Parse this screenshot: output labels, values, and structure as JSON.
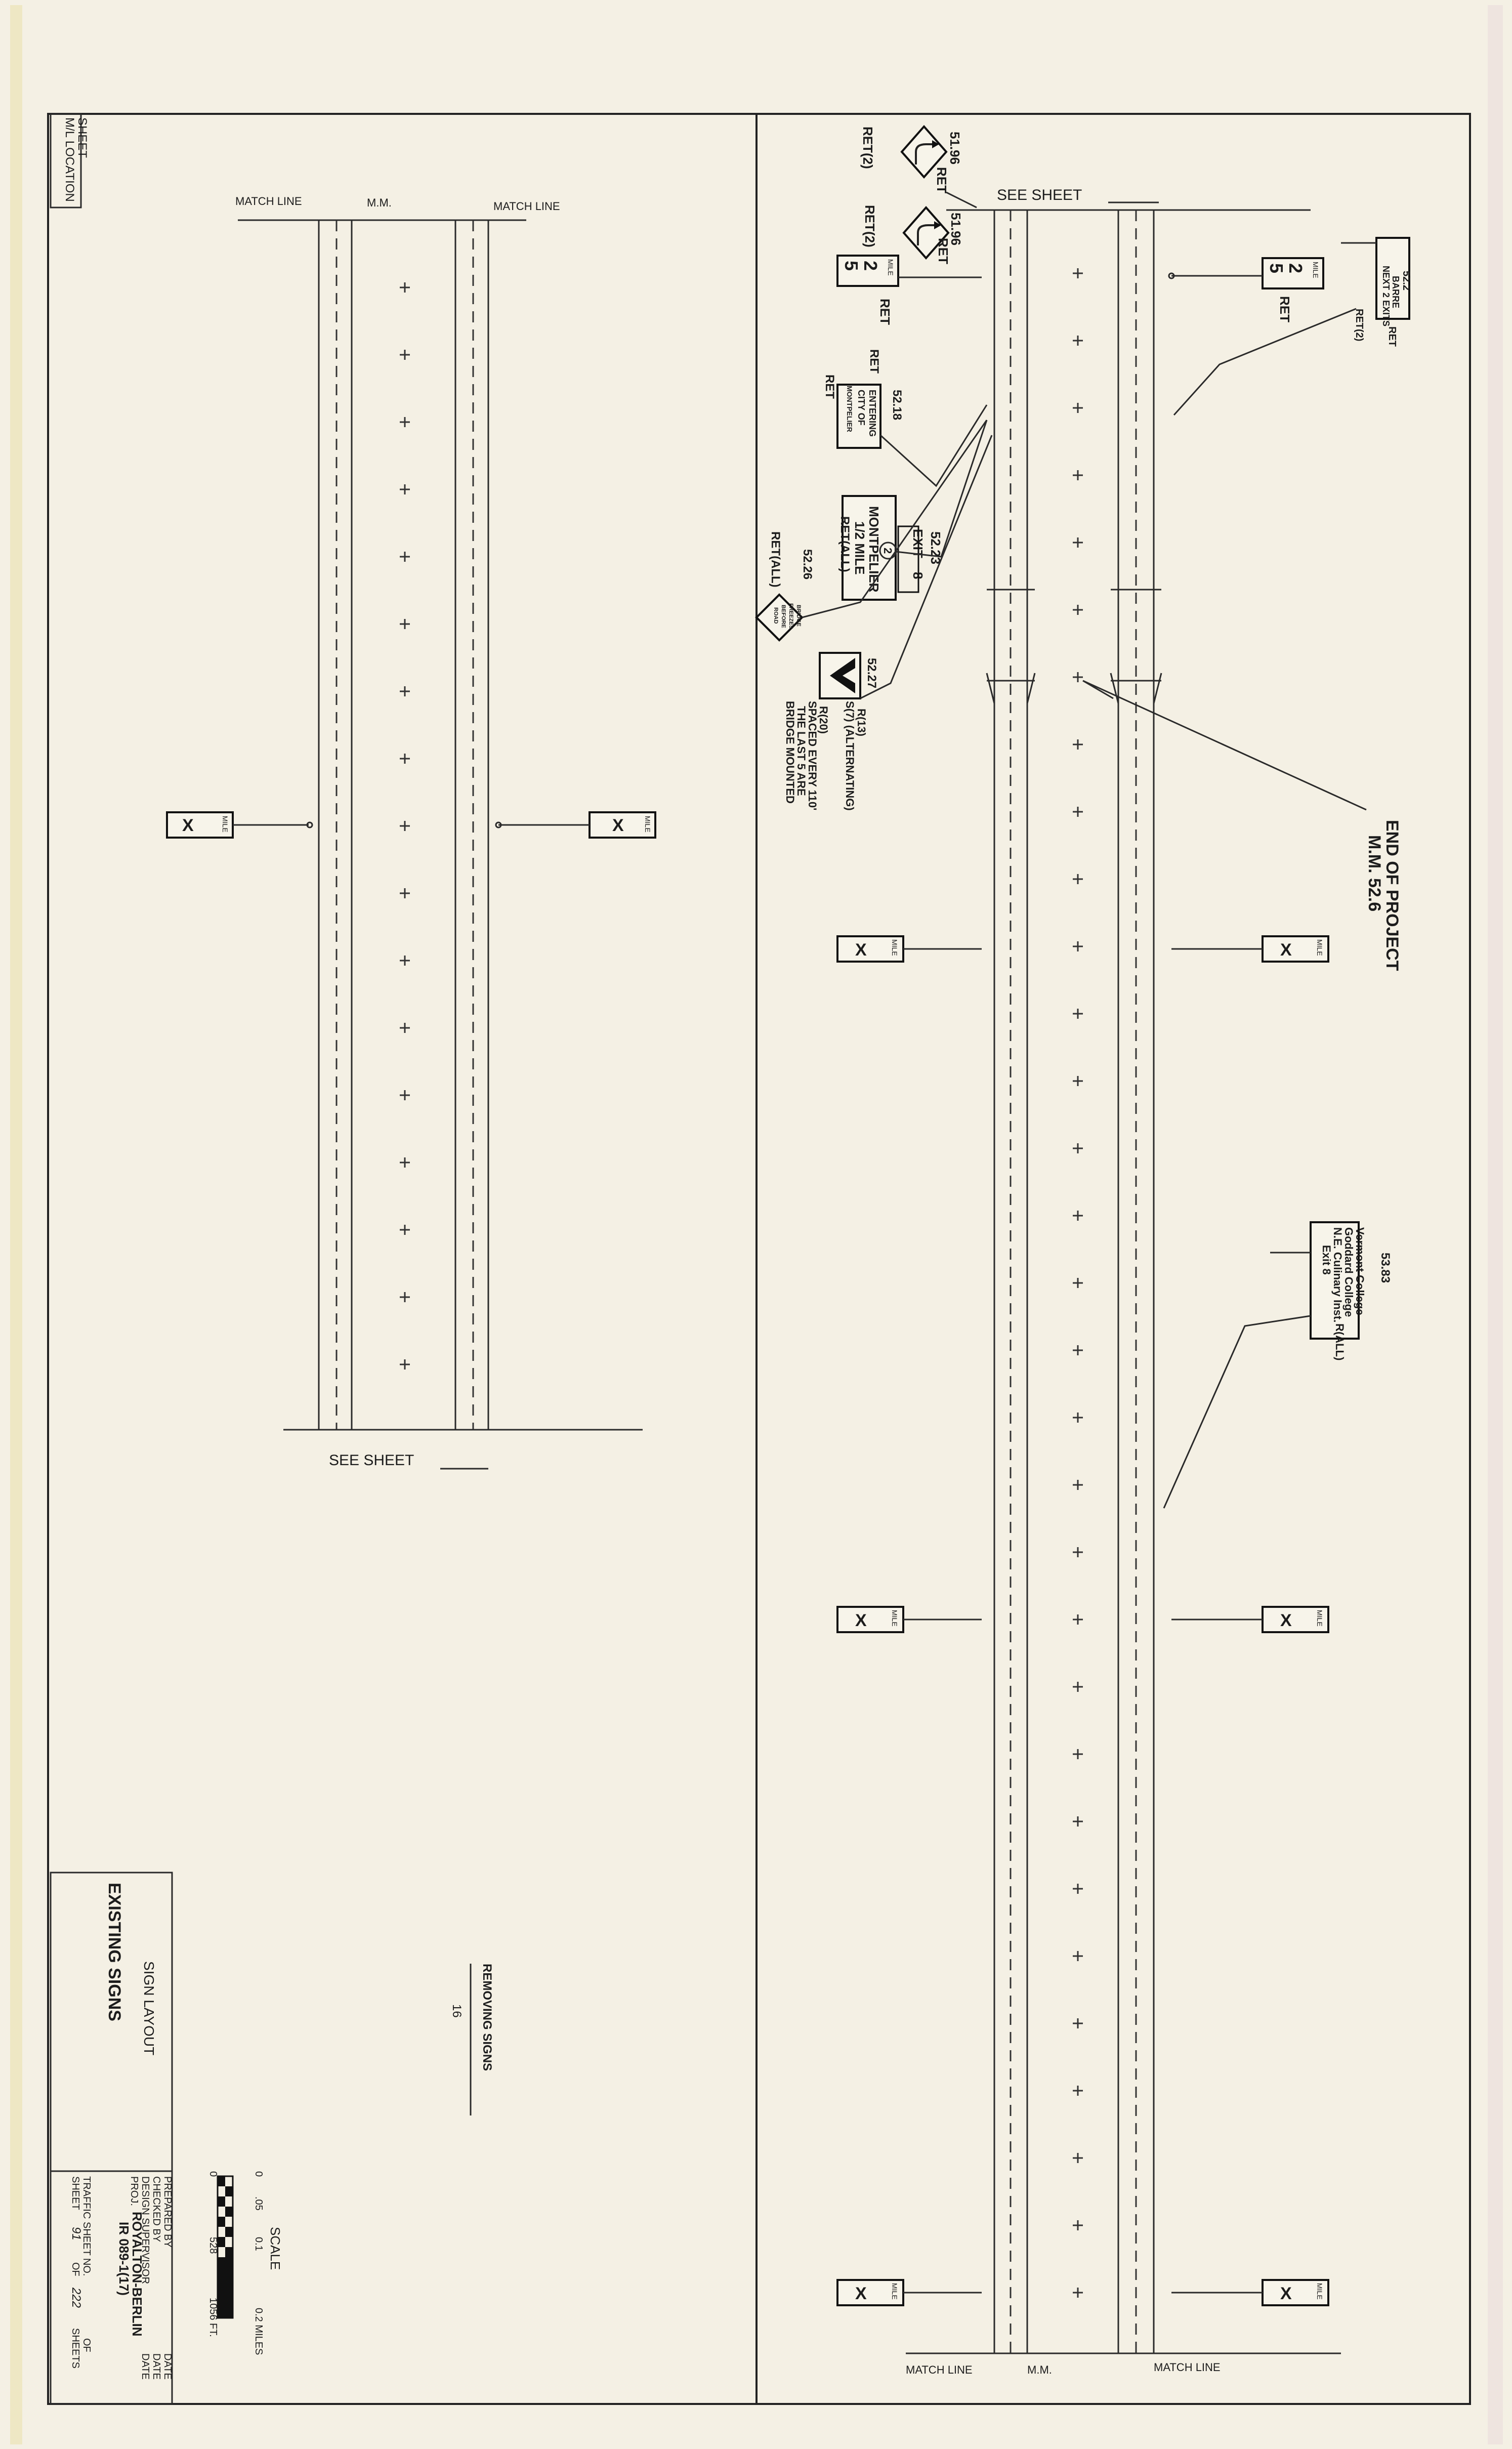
{
  "left_panel": {
    "location_box": [
      "M/L LOCATION",
      "SHEET"
    ],
    "match_line_left": "MATCH LINE",
    "mm_label": "M.M.",
    "match_line_right": "MATCH LINE",
    "see_sheet": "SEE SHEET",
    "mile_tag": "MILE",
    "x_mark": "X"
  },
  "right_panel": {
    "see_sheet": "SEE SHEET",
    "match_line_left": "MATCH LINE",
    "mm_label": "M.M.",
    "match_line_right": "MATCH LINE",
    "mile_tag": "MILE",
    "x_mark": "X",
    "end_of_project": [
      "END OF PROJECT",
      "M.M. 52.6"
    ],
    "signs": {
      "s5196a": {
        "mp": "51.96",
        "action": "RET",
        "note": "RET(2)"
      },
      "s5196b": {
        "mp": "51.96",
        "action": "RET",
        "note": "RET(2)"
      },
      "mile5_left": {
        "tag": "MILE",
        "value": "5",
        "value2": "2",
        "action": "RET"
      },
      "mile5_right": {
        "tag": "MILE",
        "value": "5",
        "value2": "2",
        "action": "RET"
      },
      "s522": {
        "mp": "52.2",
        "lines": [
          "BARRE",
          "NEXT 2 EXITS"
        ],
        "action": "RET",
        "note": "RET(2)"
      },
      "s5218": {
        "mp": "52.18",
        "lines": [
          "ENTERING",
          "CITY OF",
          "MONTPELIER"
        ],
        "action": "RET"
      },
      "s5223": {
        "mp": "52.23",
        "exit": "EXIT",
        "exit_num": "8",
        "route": "2",
        "lines": [
          "MONTPELIER",
          "1/2 MILE"
        ],
        "note": "RET(ALL)"
      },
      "s5226": {
        "mp": "52.26",
        "lines": [
          "BRIDGE",
          "FREEZES",
          "BEFORE",
          "ROAD"
        ],
        "note": "RET(ALL)"
      },
      "s5227": {
        "mp": "52.27",
        "lines": [
          "R(13)",
          "S(7) (ALTERNATING)"
        ],
        "lines2": [
          "R(20)",
          "SPACED EVERY 110'",
          "THE LAST 5 ARE",
          "BRIDGE MOUNTED"
        ]
      },
      "s5383": {
        "mp": "53.83",
        "lines": [
          "Vermont College",
          "Goddard College",
          "N.E. Culinary Inst.",
          "Exit 8"
        ],
        "note": "R(ALL)"
      }
    },
    "removing_signs": "REMOVING SIGNS",
    "removing_num": "16"
  },
  "title_block": {
    "title": "EXISTING SIGNS",
    "subtitle": "SIGN LAYOUT",
    "prepared_by": "PREPARED BY",
    "checked_by": "CHECKED BY",
    "design_supervisor": "DESIGN SUPERVISOR",
    "date": "DATE",
    "proj": "PROJ.",
    "project_name": "ROYALTON-BERLIN",
    "project_number": "IR 089-1(17)",
    "traffic_sheet": "TRAFFIC SHEET NO.",
    "of": "OF",
    "sheet": "SHEET",
    "sheet_num": "91",
    "sheet_total": "222",
    "sheets": "SHEETS",
    "scale": "SCALE",
    "scale_miles": [
      "0",
      ".05",
      "0.1",
      "0.2 MILES"
    ],
    "scale_feet": [
      "0",
      "528",
      "1056 FT."
    ]
  }
}
